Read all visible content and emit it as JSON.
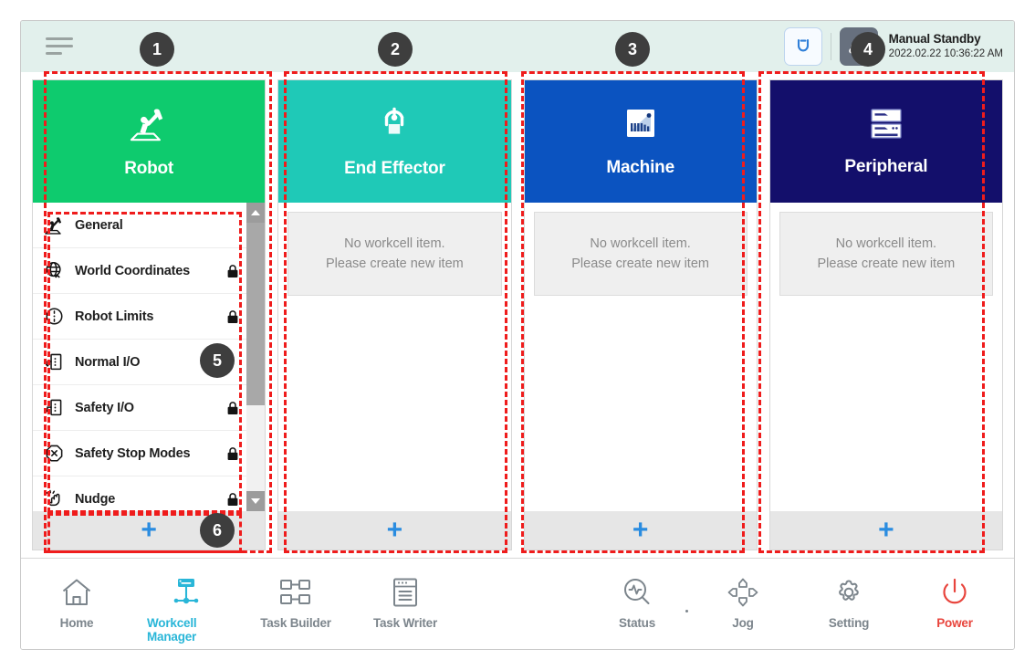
{
  "header": {
    "menu_icon": "hamburger-menu-icon",
    "robot_button_icon": "robot-arm-icon",
    "mode_icon": "manual-hand-icon",
    "mode_title": "Manual Standby",
    "mode_datetime": "2022.02.22 10:36:22 AM"
  },
  "columns": [
    {
      "key": "robot",
      "title": "Robot",
      "icon": "robot-arm-icon",
      "color": "#0ecb6e",
      "type": "list",
      "add_label": "+",
      "items": [
        {
          "label": "General",
          "icon": "robot-arm-icon",
          "locked": false
        },
        {
          "label": "World Coordinates",
          "icon": "globe-axis-icon",
          "locked": true
        },
        {
          "label": "Robot Limits",
          "icon": "limits-circle-icon",
          "locked": true
        },
        {
          "label": "Normal I/O",
          "icon": "io-port-icon",
          "locked": false
        },
        {
          "label": "Safety I/O",
          "icon": "io-port-icon",
          "locked": true
        },
        {
          "label": "Safety Stop Modes",
          "icon": "stop-octagon-icon",
          "locked": true
        },
        {
          "label": "Nudge",
          "icon": "hand-nudge-icon",
          "locked": true
        }
      ]
    },
    {
      "key": "end-effector",
      "title": "End Effector",
      "icon": "gripper-icon",
      "color": "#1fc9b7",
      "type": "empty",
      "add_label": "+",
      "empty_line1": "No workcell item.",
      "empty_line2": "Please create new item"
    },
    {
      "key": "machine",
      "title": "Machine",
      "icon": "machine-icon",
      "color": "#0b53c0",
      "type": "empty",
      "add_label": "+",
      "empty_line1": "No workcell item.",
      "empty_line2": "Please create new item"
    },
    {
      "key": "peripheral",
      "title": "Peripheral",
      "icon": "peripheral-server-icon",
      "color": "#130f6b",
      "type": "empty",
      "add_label": "+",
      "empty_line1": "No workcell item.",
      "empty_line2": "Please create new item"
    }
  ],
  "nav_left": [
    {
      "label": "Home",
      "icon": "home-icon",
      "active": false
    },
    {
      "label": "Workcell Manager",
      "icon": "workcell-manager-icon",
      "active": true
    },
    {
      "label": "Task Builder",
      "icon": "task-builder-icon",
      "active": false
    },
    {
      "label": "Task Writer",
      "icon": "task-writer-icon",
      "active": false
    }
  ],
  "nav_right": [
    {
      "label": "Status",
      "icon": "status-magnifier-icon",
      "active": false
    },
    {
      "label": "Jog",
      "icon": "jog-dpad-icon",
      "active": false
    },
    {
      "label": "Setting",
      "icon": "gear-icon",
      "active": false
    },
    {
      "label": "Power",
      "icon": "power-icon",
      "active": false
    }
  ],
  "annotations": [
    {
      "number": "1"
    },
    {
      "number": "2"
    },
    {
      "number": "3"
    },
    {
      "number": "4"
    },
    {
      "number": "5"
    },
    {
      "number": "6"
    }
  ],
  "colors": {
    "robot": "#0ecb6e",
    "end_effector": "#1fc9b7",
    "machine": "#0b53c0",
    "peripheral": "#130f6b",
    "accent_blue": "#2a8ce0",
    "nav_active": "#29b6d8",
    "power_red": "#e8443c",
    "annotation_red": "#ef1c1c",
    "header_bg": "#e2f0ec"
  }
}
